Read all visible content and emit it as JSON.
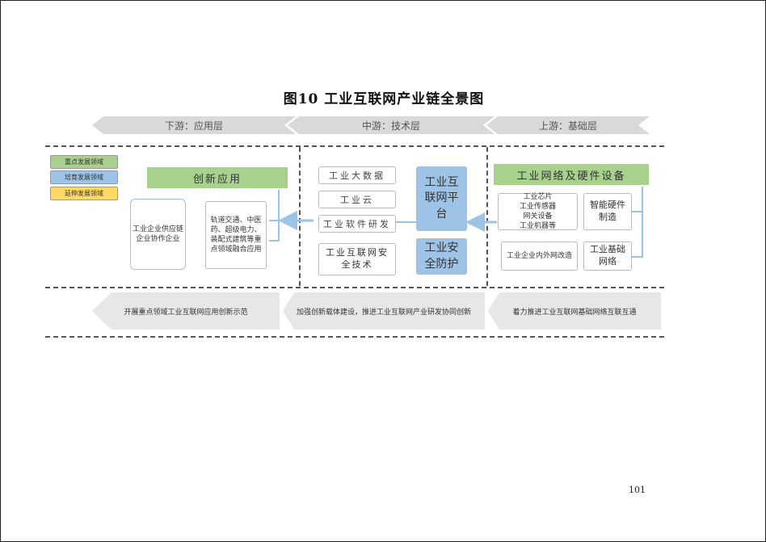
{
  "page": {
    "title": "图10 工业互联网产业链全景图",
    "page_number": "101"
  },
  "stages": {
    "upstream": "上游：基础层",
    "midstream": "中游：技术层",
    "downstream": "下游：应用层"
  },
  "legend": {
    "items": [
      {
        "label": "重点发展领域",
        "color": "#a9d18e"
      },
      {
        "label": "培育发展领域",
        "color": "#9dc3e6"
      },
      {
        "label": "延伸发展领域",
        "color": "#ffd966"
      }
    ]
  },
  "upstream": {
    "header": "工业网络及硬件设备",
    "group1_title": "智能硬件制造",
    "group1_items": "工业芯片\n工业传感器\n网关设备\n工业机器等",
    "group2_title": "工业基础网络",
    "group2_items": "工业企业内外网改造"
  },
  "midstream": {
    "platform": "工业互联网平台",
    "items": [
      "工业大数据",
      "工业云",
      "工业软件研发"
    ],
    "security": "工业安全防护",
    "security_tech": "工业互联网安全技术"
  },
  "downstream": {
    "header": "创新应用",
    "app_desc": "轨道交通、中医药、超级电力、装配式建筑等重点领域融合应用",
    "collab": "工业企业供应链企业协作企业"
  },
  "directions": {
    "upstream": "着力推进工业互联网基础网络互联互通",
    "midstream": "加强创新载体建设，推进工业互联网产业研发协同创新",
    "downstream": "开展重点领域工业互联网应用创新示范"
  }
}
